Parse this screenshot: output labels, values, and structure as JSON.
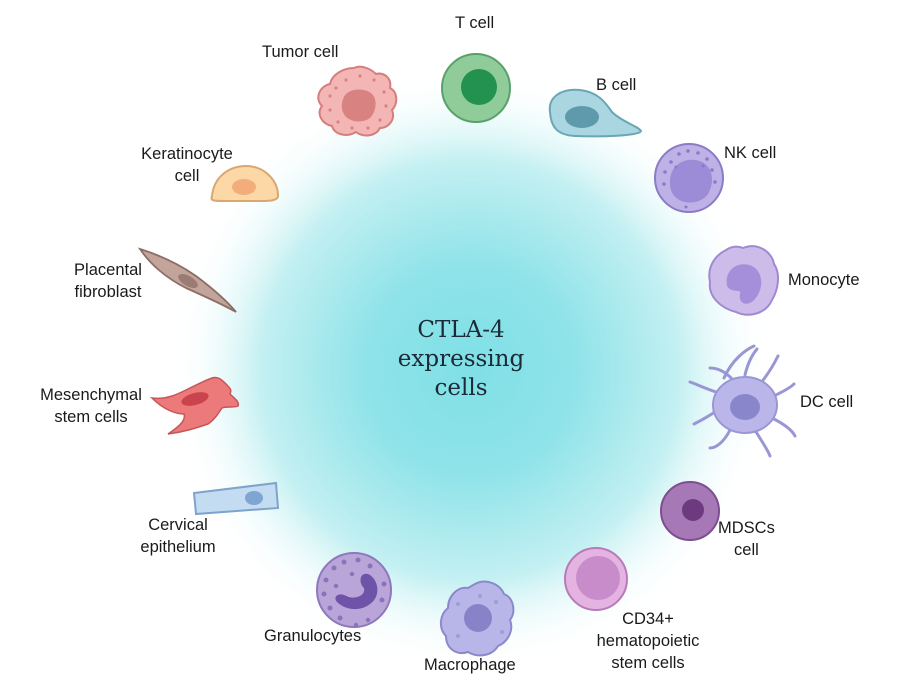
{
  "center": {
    "lines": [
      "CTLA-4",
      "expressing",
      "cells"
    ]
  },
  "cells": [
    {
      "label": [
        "T cell"
      ],
      "icon": "t-cell-icon"
    },
    {
      "label": [
        "B cell"
      ],
      "icon": "b-cell-icon"
    },
    {
      "label": [
        "NK cell"
      ],
      "icon": "nk-cell-icon"
    },
    {
      "label": [
        "Monocyte"
      ],
      "icon": "monocyte-icon"
    },
    {
      "label": [
        "DC cell"
      ],
      "icon": "dendritic-cell-icon"
    },
    {
      "label": [
        "MDSCs",
        "cell"
      ],
      "icon": "mdsc-icon"
    },
    {
      "label": [
        "CD34+",
        "hematopoietic",
        "stem cells"
      ],
      "icon": "stem-cell-icon"
    },
    {
      "label": [
        "Macrophage"
      ],
      "icon": "macrophage-icon"
    },
    {
      "label": [
        "Granulocytes"
      ],
      "icon": "granulocyte-icon"
    },
    {
      "label": [
        "Cervical",
        "epithelium"
      ],
      "icon": "cervical-epithelium-icon"
    },
    {
      "label": [
        "Mesenchymal",
        "stem cells"
      ],
      "icon": "mesenchymal-stem-cell-icon"
    },
    {
      "label": [
        "Placental",
        "fibroblast"
      ],
      "icon": "placental-fibroblast-icon"
    },
    {
      "label": [
        "Keratinocyte",
        "cell"
      ],
      "icon": "keratinocyte-icon"
    },
    {
      "label": [
        "Tumor cell"
      ],
      "icon": "tumor-cell-icon"
    }
  ],
  "colors": {
    "glow": "#7fe0e6",
    "text": "#1a1a1a"
  }
}
